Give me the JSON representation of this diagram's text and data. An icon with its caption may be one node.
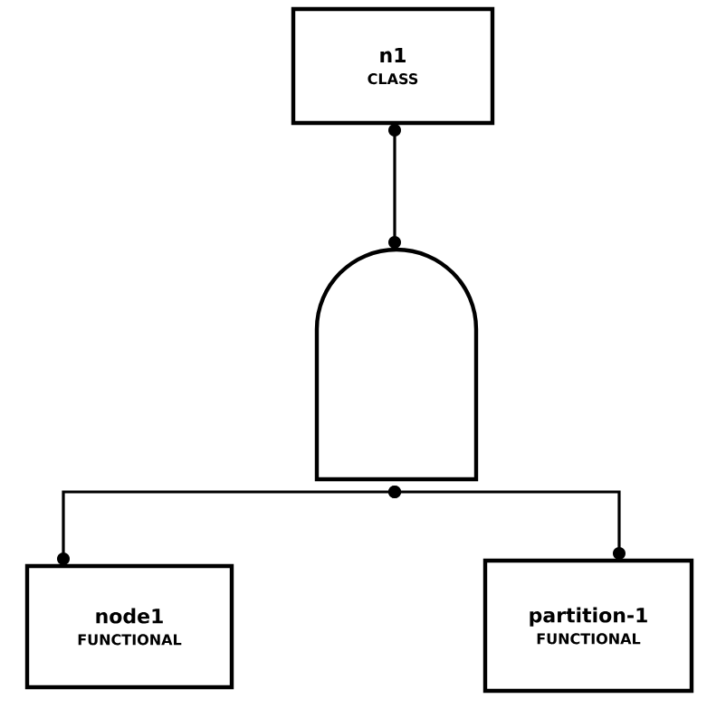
{
  "diagram": {
    "nodes": [
      {
        "text": [
          "n1",
          "CLASS"
        ]
      },
      {
        "text": [],
        "shape": "gate"
      },
      {
        "text": [
          "node1",
          "FUNCTIONAL"
        ]
      },
      {
        "text": [
          "partition-1",
          "FUNCTIONAL"
        ]
      }
    ],
    "edges": [
      {
        "from": 0,
        "to": 1,
        "arrow": "other"
      },
      {
        "from": 1,
        "to": 2,
        "arrow": "other"
      },
      {
        "from": 1,
        "to": 3,
        "arrow": "other"
      }
    ]
  }
}
